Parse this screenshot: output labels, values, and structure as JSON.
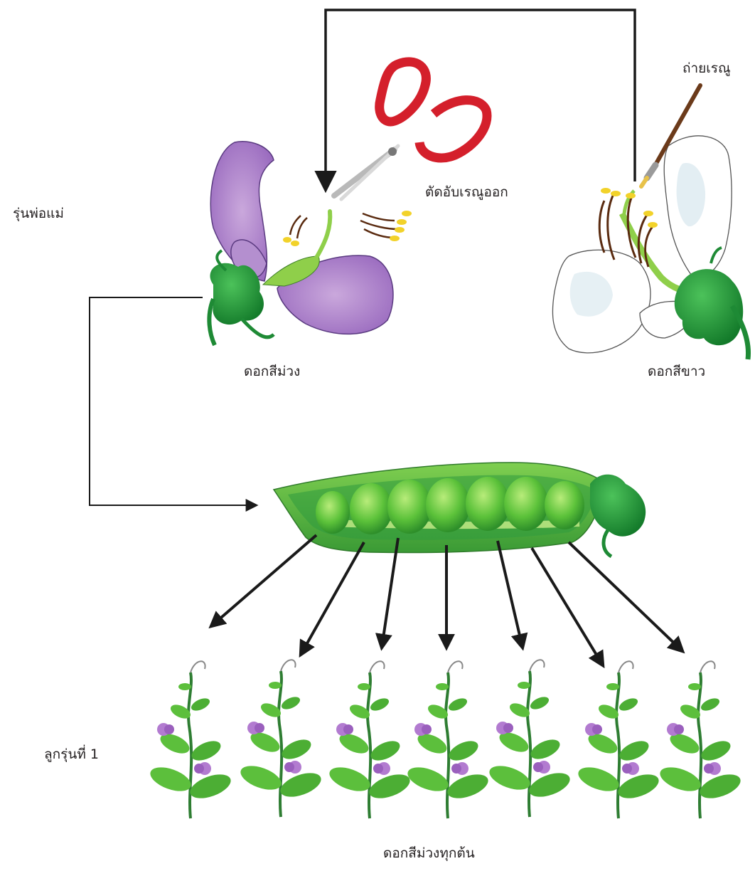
{
  "labels": {
    "parent_generation": "รุ่นพ่อแม่",
    "emasculation": "ตัดอับเรณูออก",
    "pollination": "ถ่ายเรณู",
    "purple_flower": "ดอกสีม่วง",
    "white_flower": "ดอกสีขาว",
    "first_generation": "ลูกรุ่นที่ 1",
    "all_purple": "ดอกสีม่วงทุกต้น"
  },
  "colors": {
    "purple_petal": "#a678c3",
    "leaf_green": "#2f9a3e",
    "pea_green": "#8fd45a",
    "scissor_red": "#d41f2b",
    "arrow": "#1a1a1a"
  },
  "offspring_count": 7
}
